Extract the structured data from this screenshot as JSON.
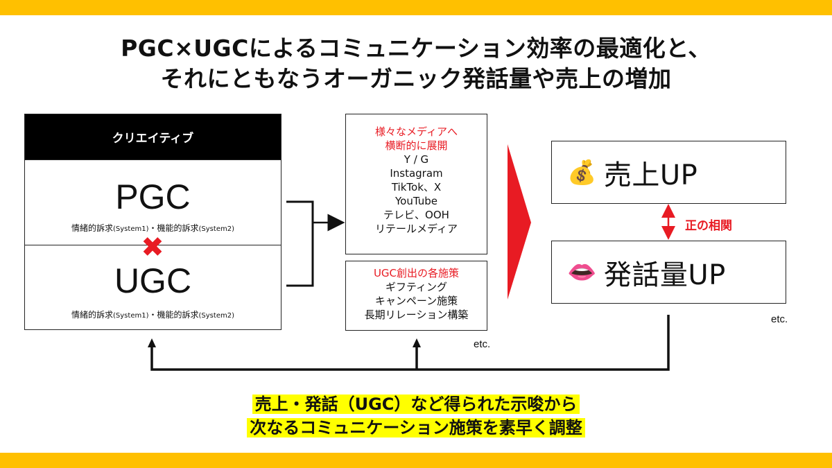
{
  "title": {
    "line1": "PGC×UGCによるコミュニケーション効率の最適化と、",
    "line2": "それにともなうオーガニック発話量や売上の増加"
  },
  "creative": {
    "header": "クリエイティブ",
    "pgc": {
      "label": "PGC",
      "sub_a": "情緒的訴求",
      "sub_a_small": "(System1)",
      "sub_sep": "・",
      "sub_b": "機能的訴求",
      "sub_b_small": "(System2)"
    },
    "ugc": {
      "label": "UGC",
      "sub_a": "情緒的訴求",
      "sub_a_small": "(System1)",
      "sub_sep": "・",
      "sub_b": "機能的訴求",
      "sub_b_small": "(System2)"
    },
    "cross_symbol": "✖"
  },
  "media": {
    "heading_line1": "様々なメディアへ",
    "heading_line2": "横断的に展開",
    "items": [
      "Y / G",
      "Instagram",
      "TikTok、X",
      "YouTube",
      "テレビ、OOH",
      "リテールメディア"
    ]
  },
  "ugc_measures": {
    "heading": "UGC創出の各施策",
    "items": [
      "ギフティング",
      "キャンペーン施策",
      "長期リレーション構築"
    ],
    "etc": "etc."
  },
  "results": {
    "sales": {
      "emoji": "💰",
      "label": "売上UP"
    },
    "talk": {
      "emoji": "👄",
      "label": "発話量UP"
    },
    "correlation": "正の相関",
    "etc": "etc."
  },
  "bottom": {
    "line1": "売上・発話（UGC）など得られた示唆から",
    "line2": "次なるコミュニケーション施策を素早く調整"
  },
  "colors": {
    "accent_bar": "#FFC000",
    "red": "#E81B23",
    "highlight": "#FFFF00",
    "dark": "#000000"
  }
}
